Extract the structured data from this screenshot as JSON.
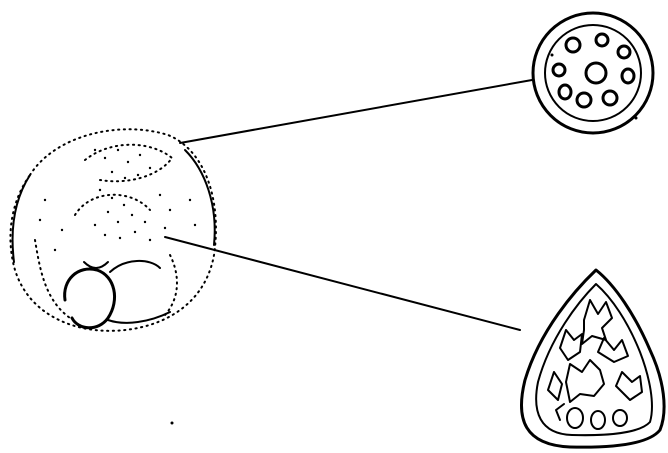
{
  "figure": {
    "elements": {
      "main_form": "rounded-dotted-body",
      "callout_top": "circular-cross-section",
      "callout_bottom": "triangular-cross-section"
    },
    "colors": {
      "ink": "#000000",
      "background": "#ffffff"
    },
    "icons": {
      "circle_section": "circle-section-icon",
      "triangle_section": "triangle-section-icon"
    }
  }
}
